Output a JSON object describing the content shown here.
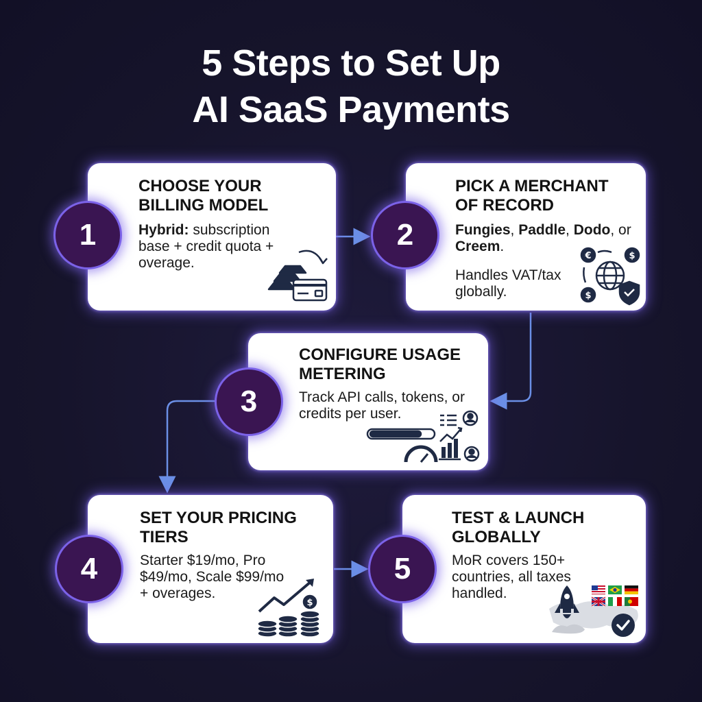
{
  "title": {
    "line1": "5 Steps to Set Up",
    "line2": "AI SaaS Payments"
  },
  "colors": {
    "background": "#17152d",
    "card": "#ffffff",
    "badge": "#3a1552",
    "badge_border": "#7b62e8",
    "connector": "#6b8fe6",
    "icon": "#1f2a44"
  },
  "steps": [
    {
      "number": "1",
      "title_line1": "CHOOSE YOUR",
      "title_line2": "BILLING MODEL",
      "body_bold": "Hybrid:",
      "body_rest": " subscription base + credit quota + overage.",
      "icon": "gold-bars-card-exchange-icon"
    },
    {
      "number": "2",
      "title_line1": "PICK A MERCHANT",
      "title_line2": "OF RECORD",
      "body_b1": "Fungies",
      "body_t1": ", ",
      "body_b2": "Paddle",
      "body_t2": ", ",
      "body_b3": "Dodo",
      "body_t3": ", or ",
      "body_b4": "Creem",
      "body_t4": ".",
      "sub": "Handles VAT/tax globally.",
      "icon": "global-currency-shield-icon"
    },
    {
      "number": "3",
      "title_line1": "CONFIGURE USAGE",
      "title_line2": "METERING",
      "body": "Track API calls, tokens, or credits per user.",
      "icon": "usage-meter-chart-icon"
    },
    {
      "number": "4",
      "title_line1": "SET YOUR PRICING",
      "title_line2": "TIERS",
      "body": "Starter $19/mo, Pro $49/mo, Scale $99/mo + overages.",
      "icon": "coin-stacks-growth-icon"
    },
    {
      "number": "5",
      "title_line1": "TEST & LAUNCH",
      "title_line2": "GLOBALLY",
      "body": "MoR covers 150+ countries, all taxes handled.",
      "icon": "rocket-flags-check-icon"
    }
  ]
}
